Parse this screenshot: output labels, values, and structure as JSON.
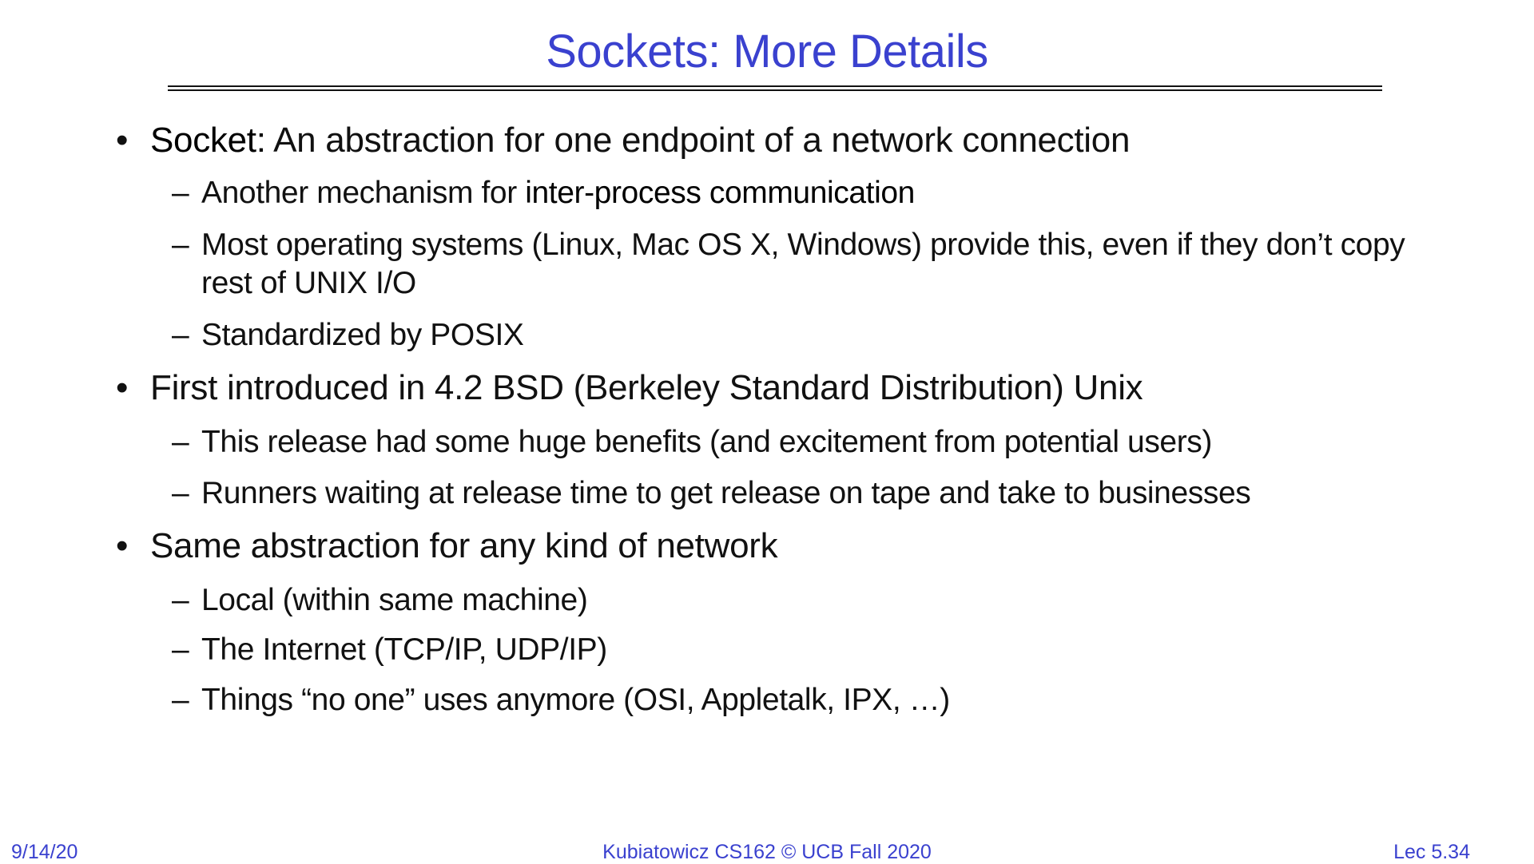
{
  "slide": {
    "title": "Sockets: More Details"
  },
  "bullets": [
    {
      "term": "Socket:",
      "text": " An abstraction for one endpoint of a network connection",
      "subs": [
        {
          "prefix": "Another mechanism for ",
          "term": "inter-process communication"
        },
        {
          "text": "Most operating systems (Linux, Mac OS X, Windows) provide this, even if they don’t copy rest of UNIX I/O"
        },
        {
          "text": "Standardized by POSIX"
        }
      ]
    },
    {
      "text": "First introduced in 4.2 BSD (Berkeley Standard Distribution) Unix",
      "subs": [
        {
          "text": "This release had some huge benefits (and excitement from potential users)"
        },
        {
          "text": "Runners waiting at release time to get release on tape and take to businesses"
        }
      ]
    },
    {
      "text": "Same abstraction for any kind of network",
      "subs": [
        {
          "text": "Local (within same machine)"
        },
        {
          "text": "The Internet (TCP/IP, UDP/IP)"
        },
        {
          "text": "Things “no one” uses anymore (OSI, Appletalk, IPX, …)"
        }
      ]
    }
  ],
  "symbols": {
    "bullet": "•",
    "dash": "–"
  },
  "footer": {
    "date": "9/14/20",
    "course": "Kubiatowicz CS162 © UCB Fall 2020",
    "lecture": "Lec 5.34"
  },
  "colors": {
    "accent": "#3a41cf",
    "text": "#111111"
  }
}
